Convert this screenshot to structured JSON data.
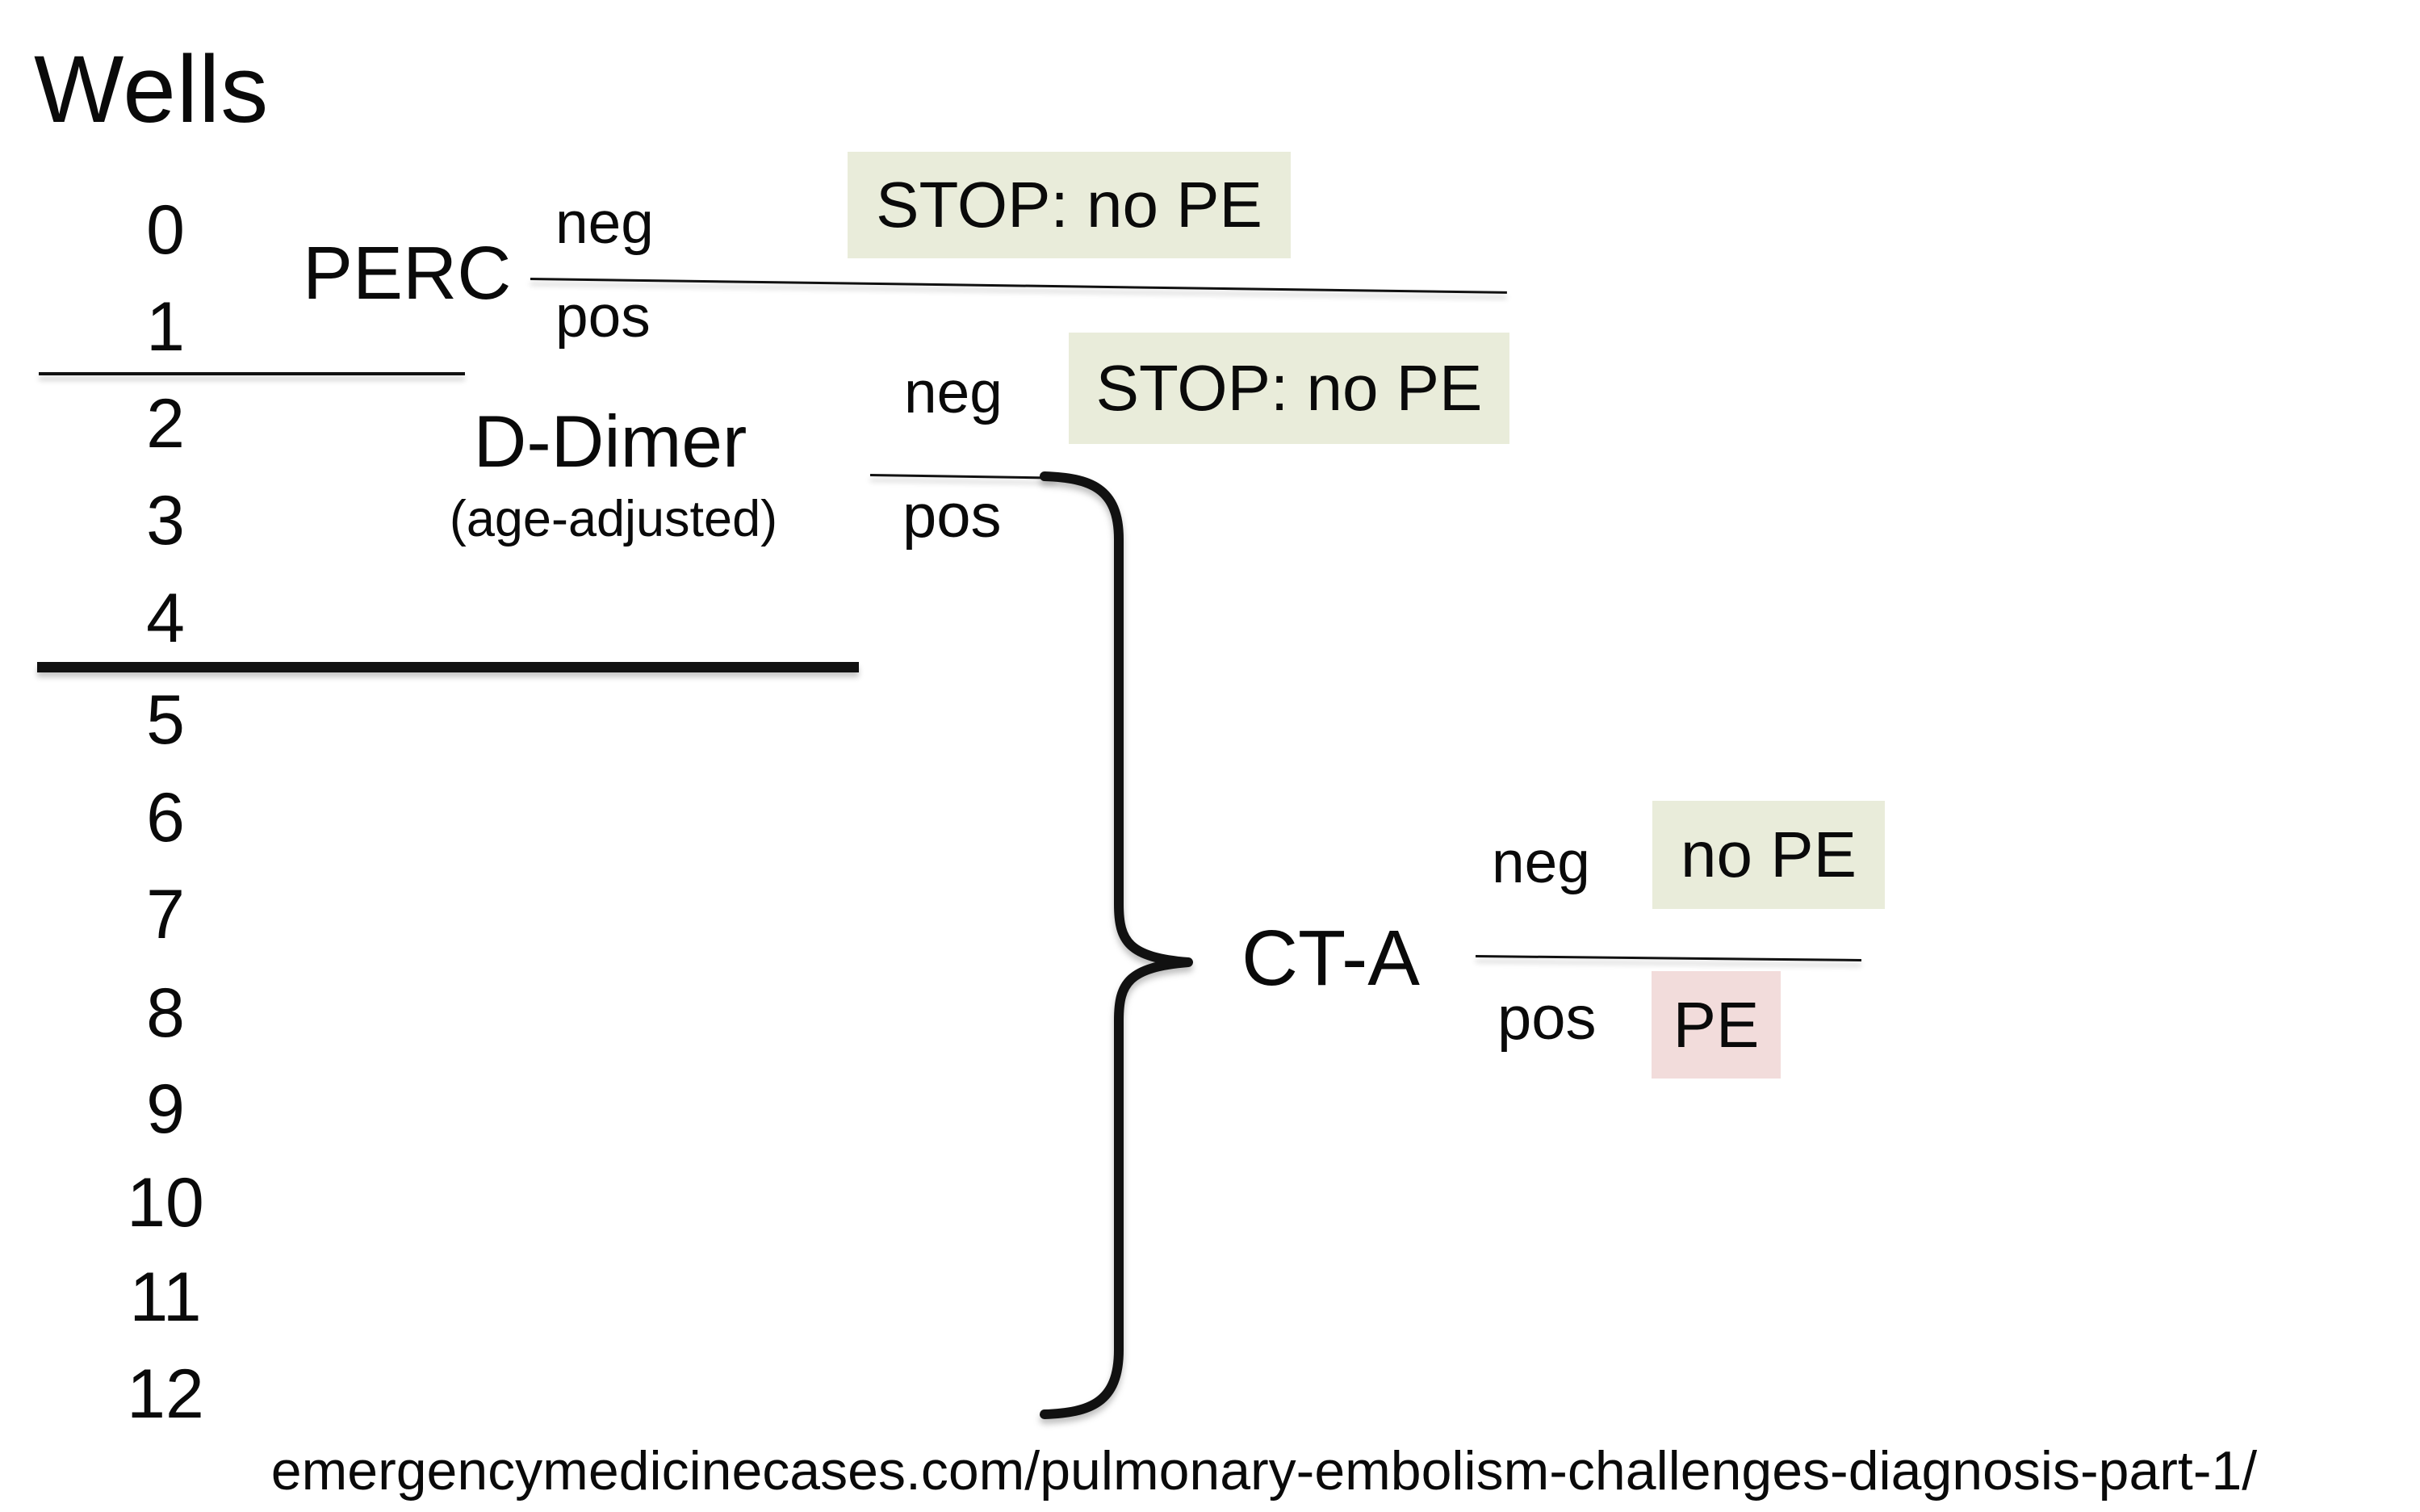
{
  "title": "Wells",
  "wells_scale": {
    "values": [
      "0",
      "1",
      "2",
      "3",
      "4",
      "5",
      "6",
      "7",
      "8",
      "9",
      "10",
      "11",
      "12"
    ]
  },
  "perc": {
    "label": "PERC",
    "neg_label": "neg",
    "pos_label": "pos",
    "stop_label": "STOP: no PE"
  },
  "ddimer": {
    "label": "D-Dimer",
    "sublabel": "(age-adjusted)",
    "neg_label": "neg",
    "pos_label": "pos",
    "stop_label": "STOP: no PE"
  },
  "cta": {
    "label": "CT-A",
    "neg_label": "neg",
    "pos_label": "pos",
    "neg_outcome": "no PE",
    "pos_outcome": "PE"
  },
  "source_url": "emergencymedicinecases.com/pulmonary-embolism-challenges-diagnosis-part-1/",
  "colors": {
    "stop_bg": "#e9ecda",
    "pe_bg": "#f2dcdb",
    "text": "#0a0a0a",
    "line": "#111111",
    "background": "#ffffff"
  }
}
